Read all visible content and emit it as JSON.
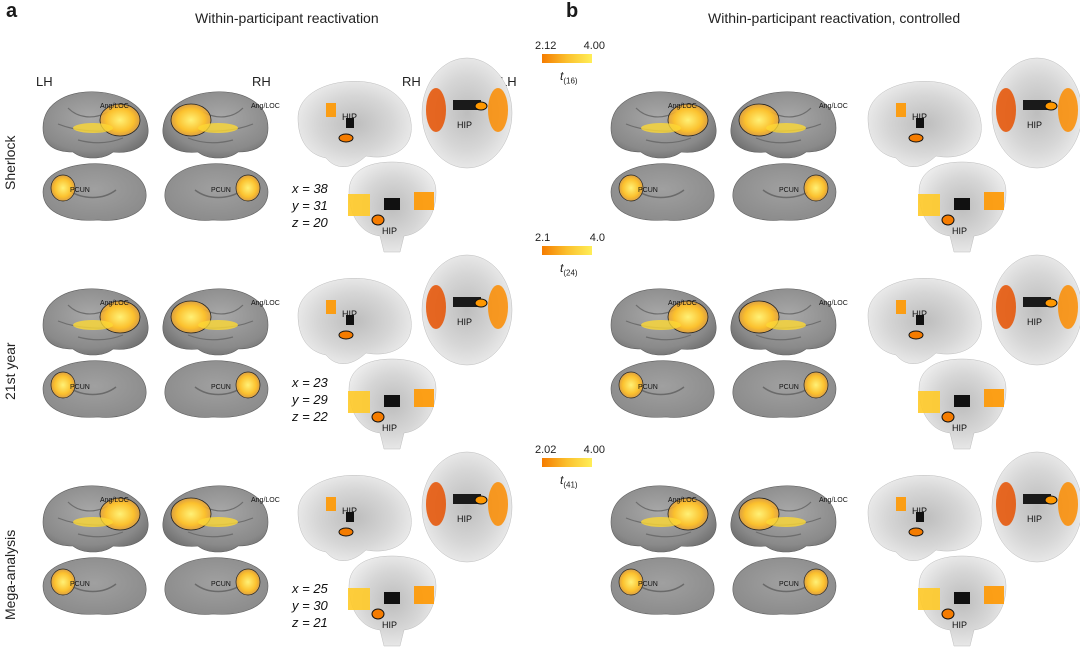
{
  "panels": [
    {
      "letter": "a",
      "title": "Within-participant reactivation"
    },
    {
      "letter": "b",
      "title": "Within-participant reactivation, controlled"
    }
  ],
  "hemispheres": {
    "left": "LH",
    "right": "RH"
  },
  "mri_hemispheres": {
    "right": "RH",
    "left": "LH"
  },
  "rows": [
    {
      "label": "Sherlock",
      "coords": {
        "x": "x = 38",
        "y": "y = 31",
        "z": "z = 20"
      },
      "colorbar": {
        "min": "2.12",
        "max": "4.00",
        "t": "t",
        "df": "(16)"
      }
    },
    {
      "label": "21st year",
      "coords": {
        "x": "x = 23",
        "y": "y = 29",
        "z": "z = 22"
      },
      "colorbar": {
        "min": "2.1",
        "max": "4.0",
        "t": "t",
        "df": "(24)"
      }
    },
    {
      "label": "Mega-analysis",
      "coords": {
        "x": "x = 25",
        "y": "y = 30",
        "z": "z = 21"
      },
      "colorbar": {
        "min": "2.02",
        "max": "4.00",
        "t": "t",
        "df": "(41)"
      }
    }
  ],
  "roi_labels": {
    "angular": "Ang/LOC",
    "precuneus": "PCUN",
    "hippocampus": "HIP"
  },
  "colors": {
    "cortex": "#8d8d8d",
    "cortex_dark": "#6f6f6f",
    "act_low": "#f57c00",
    "act_mid": "#fbc02d",
    "act_high": "#ffee58",
    "mri_bg": "#dcdcdc"
  }
}
